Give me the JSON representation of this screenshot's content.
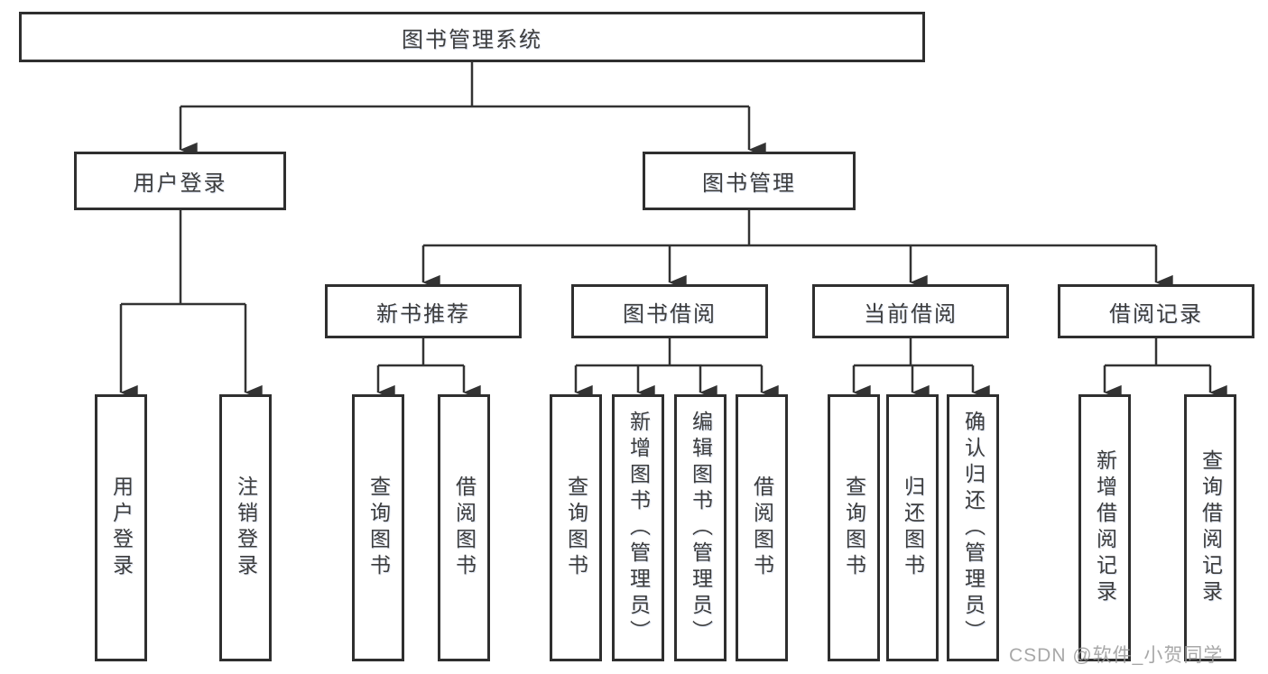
{
  "watermark": "CSDN @软件_小贺同学",
  "tree": {
    "root": "图书管理系统",
    "branches": [
      {
        "label": "用户登录",
        "children": [
          "用户登录",
          "注销登录"
        ]
      },
      {
        "label": "图书管理",
        "children": [
          {
            "label": "新书推荐",
            "children": [
              "查询图书",
              "借阅图书"
            ]
          },
          {
            "label": "图书借阅",
            "children": [
              "查询图书",
              "新增图书（管理员）",
              "编辑图书（管理员）",
              "借阅图书"
            ]
          },
          {
            "label": "当前借阅",
            "children": [
              "查询图书",
              "归还图书",
              "确认归还（管理员）"
            ]
          },
          {
            "label": "借阅记录",
            "children": [
              "新增借阅记录",
              "查询借阅记录"
            ]
          }
        ]
      }
    ]
  },
  "colors": {
    "line": "#333333",
    "border": "#2f2f2f",
    "text": "#3d3d3d",
    "watermark": "#9a9a9a"
  }
}
